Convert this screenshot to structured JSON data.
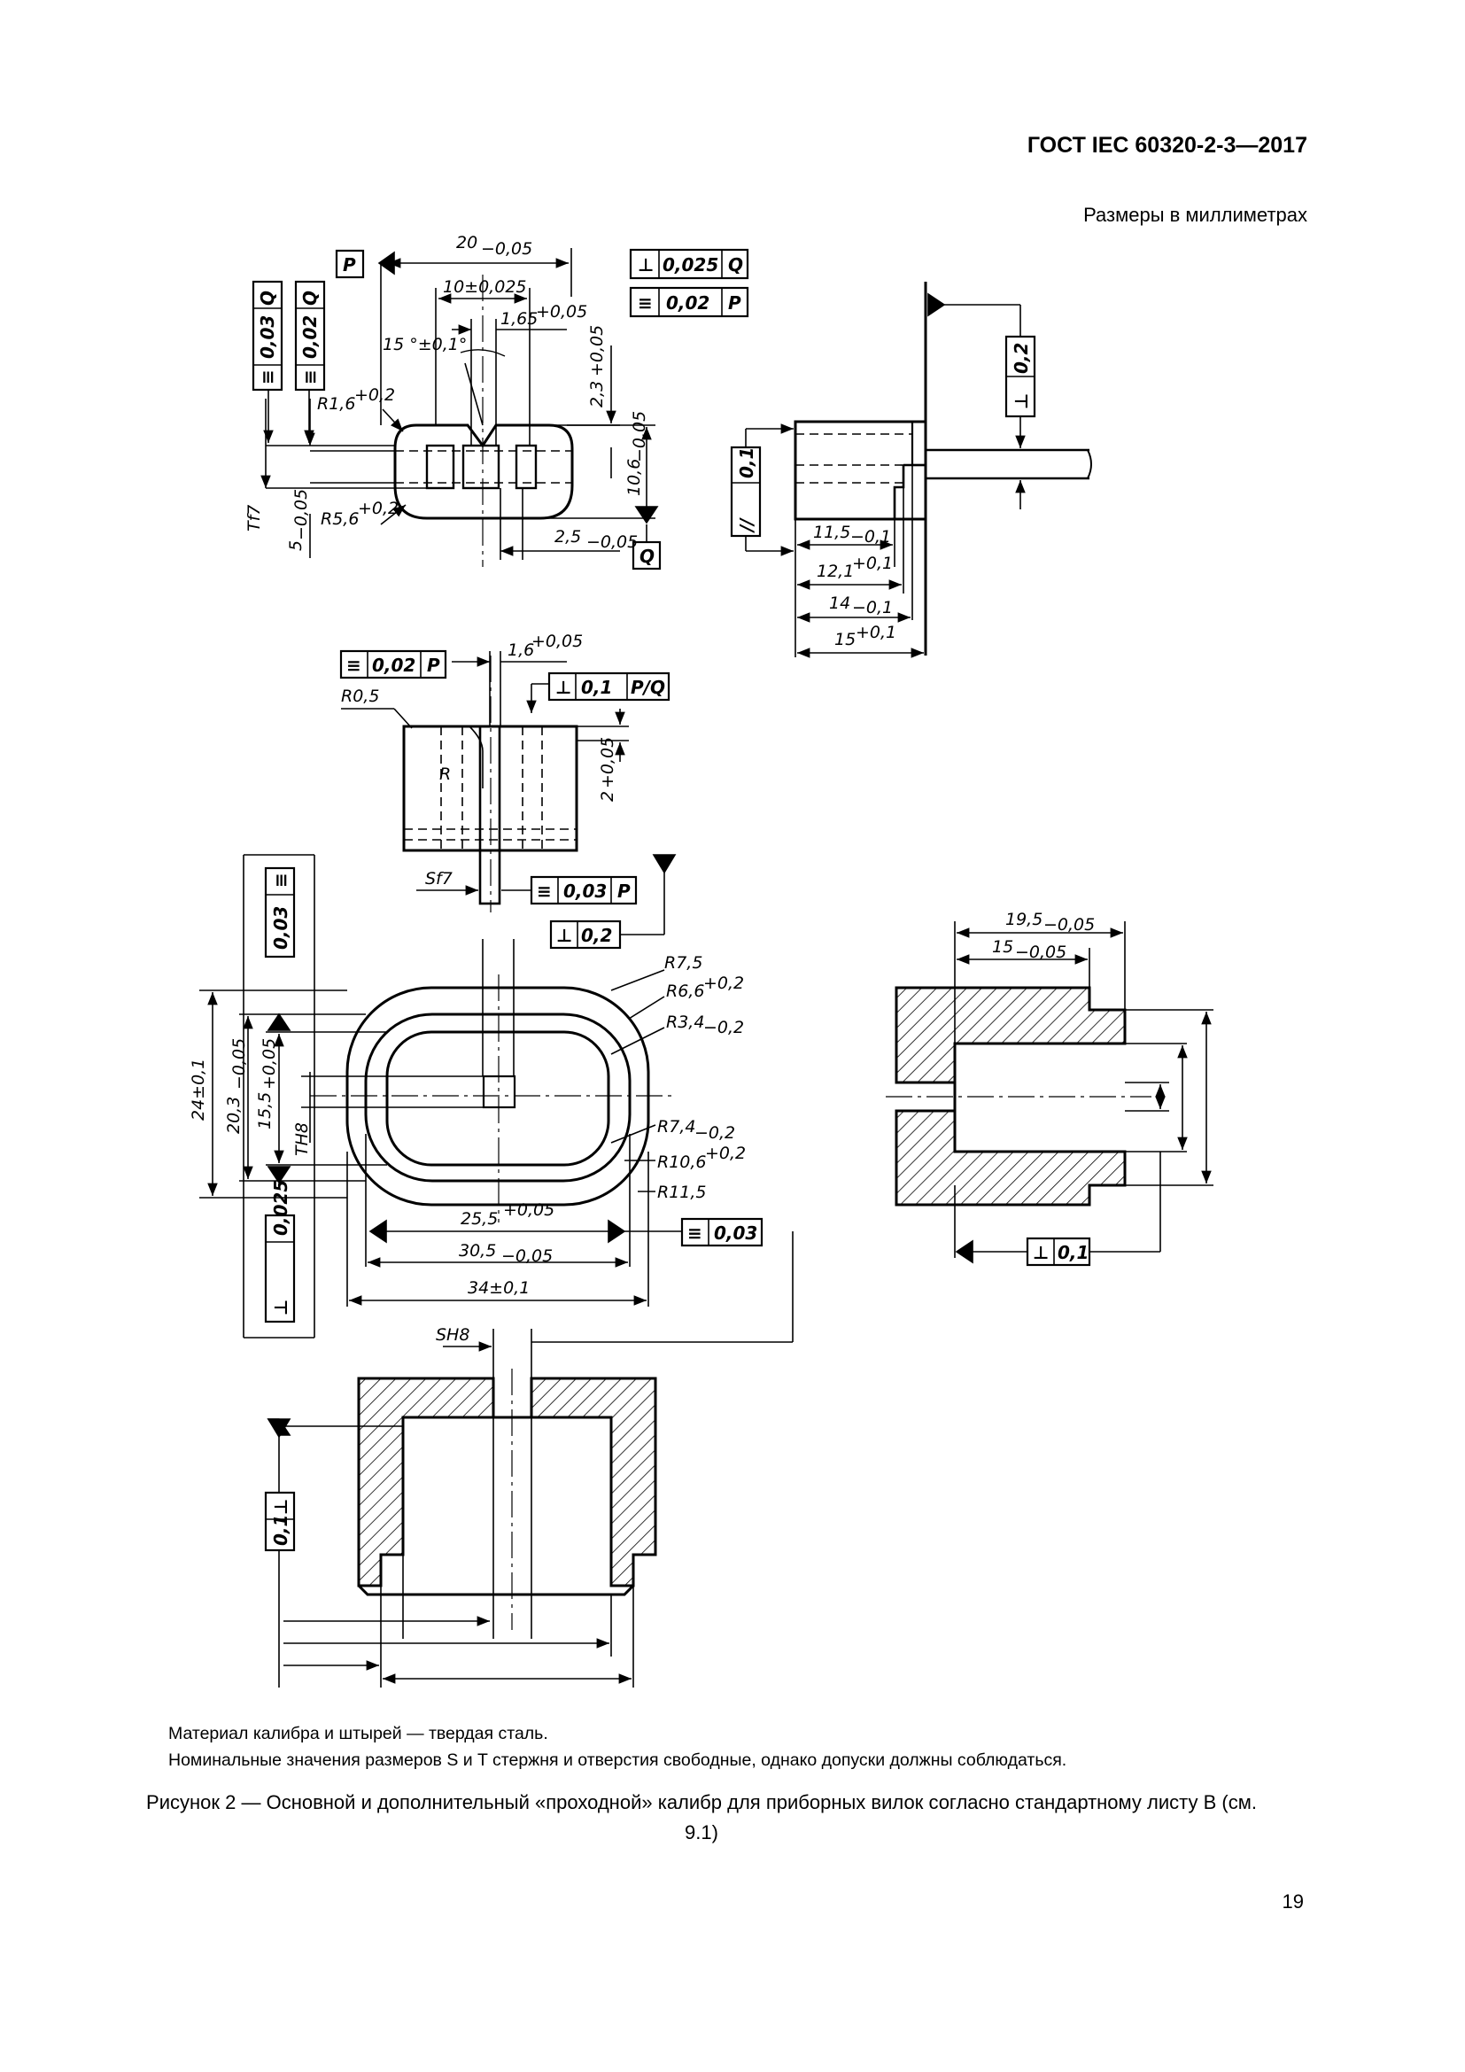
{
  "header": {
    "standard": "ГОСТ IEC 60320-2-3—2017"
  },
  "units_note": "Размеры в миллиметрах",
  "drawing": {
    "fig_a": {
      "dim_20": "20",
      "dim_20_tol": "−0,05",
      "frame_perp": {
        "sym": "⊥",
        "val": "0,025",
        "datum": "Q"
      },
      "dim_10": "10±0,025",
      "frame_sym1": {
        "sym": "≡",
        "val": "0,02",
        "datum": "P"
      },
      "dim_165": "1,65",
      "dim_165_tol": "+0,05",
      "angle": "15 °±0,1°",
      "dim_23": "2,3",
      "dim_23_tol": "+0,05",
      "r16": "R1,6",
      "r16_tol": "+0,2",
      "dim_106": "10,6",
      "dim_106_tol": "−0,05",
      "r56": "R5,6",
      "r56_tol": "+0,2",
      "dim_tf7": "Tf7",
      "dim_5": "5",
      "dim_5_tol": "−0,05",
      "dim_25": "2,5",
      "dim_25_tol": "−0,05",
      "datum_p": "P",
      "datum_q": "Q",
      "v_frame1": {
        "sym": "≡",
        "val": "0,03",
        "datum": "Q"
      },
      "v_frame2": {
        "sym": "≡",
        "val": "0,02",
        "datum": "Q"
      }
    },
    "fig_b": {
      "v_frame": {
        "sym": "⊥",
        "val": "0,2"
      },
      "v_frame_left": {
        "sym": "//",
        "val": "0,1"
      },
      "dim_115": "11,5",
      "dim_115_tol": "−0,1",
      "dim_121": "12,1",
      "dim_121_tol": "+0,1",
      "dim_14": "14",
      "dim_14_tol": "−0,1",
      "dim_15": "15",
      "dim_15_tol": "+0,1"
    },
    "fig_c": {
      "frame_sym": {
        "sym": "≡",
        "val": "0,02",
        "datum": "P"
      },
      "dim_16": "1,6",
      "dim_16_tol": "+0,05",
      "frame_perp": {
        "sym": "⊥",
        "val": "0,1",
        "datum": "P/Q"
      },
      "r05": "R0,5",
      "r": "R",
      "dim_2": "2",
      "dim_2_tol": "+0,05",
      "dim_sf7": "Sf7",
      "frame_sym2": {
        "sym": "≡",
        "val": "0,03",
        "datum": "P"
      },
      "frame_perp2": {
        "sym": "⊥",
        "val": "0,2"
      }
    },
    "fig_d": {
      "v_frame_top": {
        "sym": "≡",
        "val": "0,03"
      },
      "v_frame_bottom": {
        "sym": "⊥",
        "val": "0,025"
      },
      "dim_24": "24±0,1",
      "dim_203": "20,3",
      "dim_203_tol": "−0,05",
      "dim_155": "15,5",
      "dim_155_tol": "+0,05",
      "dim_th8": "TH8",
      "r75": "R7,5",
      "r66": "R6,6",
      "r66_tol": "+0,2",
      "r34": "R3,4",
      "r34_tol": "−0,2",
      "r74": "R7,4",
      "r74_tol": "−0,2",
      "r106": "R10,6",
      "r106_tol": "+0,2",
      "r115": "R11,5",
      "dim_255": "25,5",
      "dim_255_tol": "+0,05",
      "dim_305": "30,5",
      "dim_305_tol": "−0,05",
      "dim_34": "34±0,1",
      "frame_sym": {
        "sym": "≡",
        "val": "0,03"
      },
      "dim_sh8": "SH8"
    },
    "fig_e": {
      "dim_195": "19,5",
      "dim_195_tol": "−0,05",
      "dim_15": "15",
      "dim_15_tol": "−0,05",
      "frame_perp": {
        "sym": "⊥",
        "val": "0,1"
      }
    },
    "fig_f": {
      "v_frame": {
        "sym": "⊥",
        "val": "0,1"
      }
    }
  },
  "notes": [
    "Материал калибра и штырей — твердая сталь.",
    "Номинальные значения размеров S и T стержня и отверстия свободные, однако допуски должны соблюдаться."
  ],
  "caption": "Рисунок 2 — Основной и дополнительный «проходной» калибр для приборных вилок согласно стандартному листу В (см. 9.1)",
  "page_number": "19"
}
